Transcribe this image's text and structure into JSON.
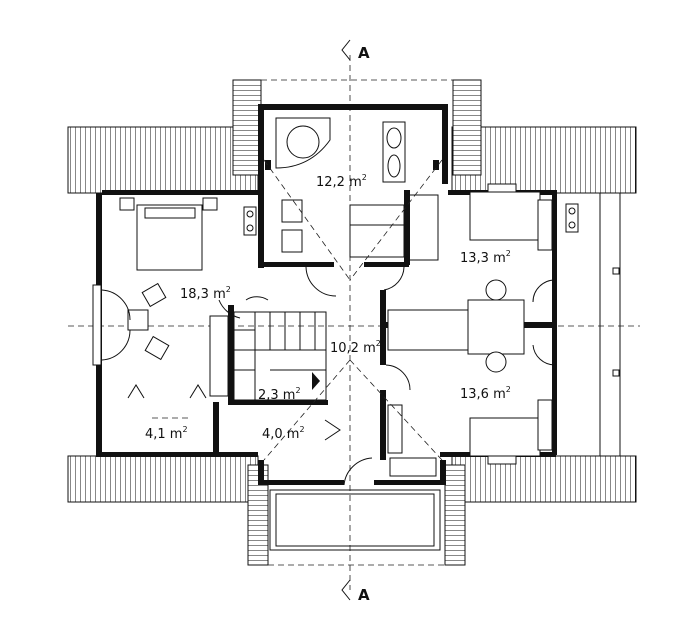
{
  "section_marker": {
    "label": "A"
  },
  "rooms": [
    {
      "id": "bathroom",
      "area": "12,2 m",
      "unit_sup": "2"
    },
    {
      "id": "bedroom-left",
      "area": "18,3 m",
      "unit_sup": "2"
    },
    {
      "id": "room-right-top",
      "area": "13,3 m",
      "unit_sup": "2"
    },
    {
      "id": "hall",
      "area": "10,2 m",
      "unit_sup": "2"
    },
    {
      "id": "room-right-bottom",
      "area": "13,6 m",
      "unit_sup": "2"
    },
    {
      "id": "stair",
      "area": "2,3 m",
      "unit_sup": "2"
    },
    {
      "id": "closet-left",
      "area": "4,1 m",
      "unit_sup": "2"
    },
    {
      "id": "corridor",
      "area": "4,0 m",
      "unit_sup": "2"
    }
  ]
}
